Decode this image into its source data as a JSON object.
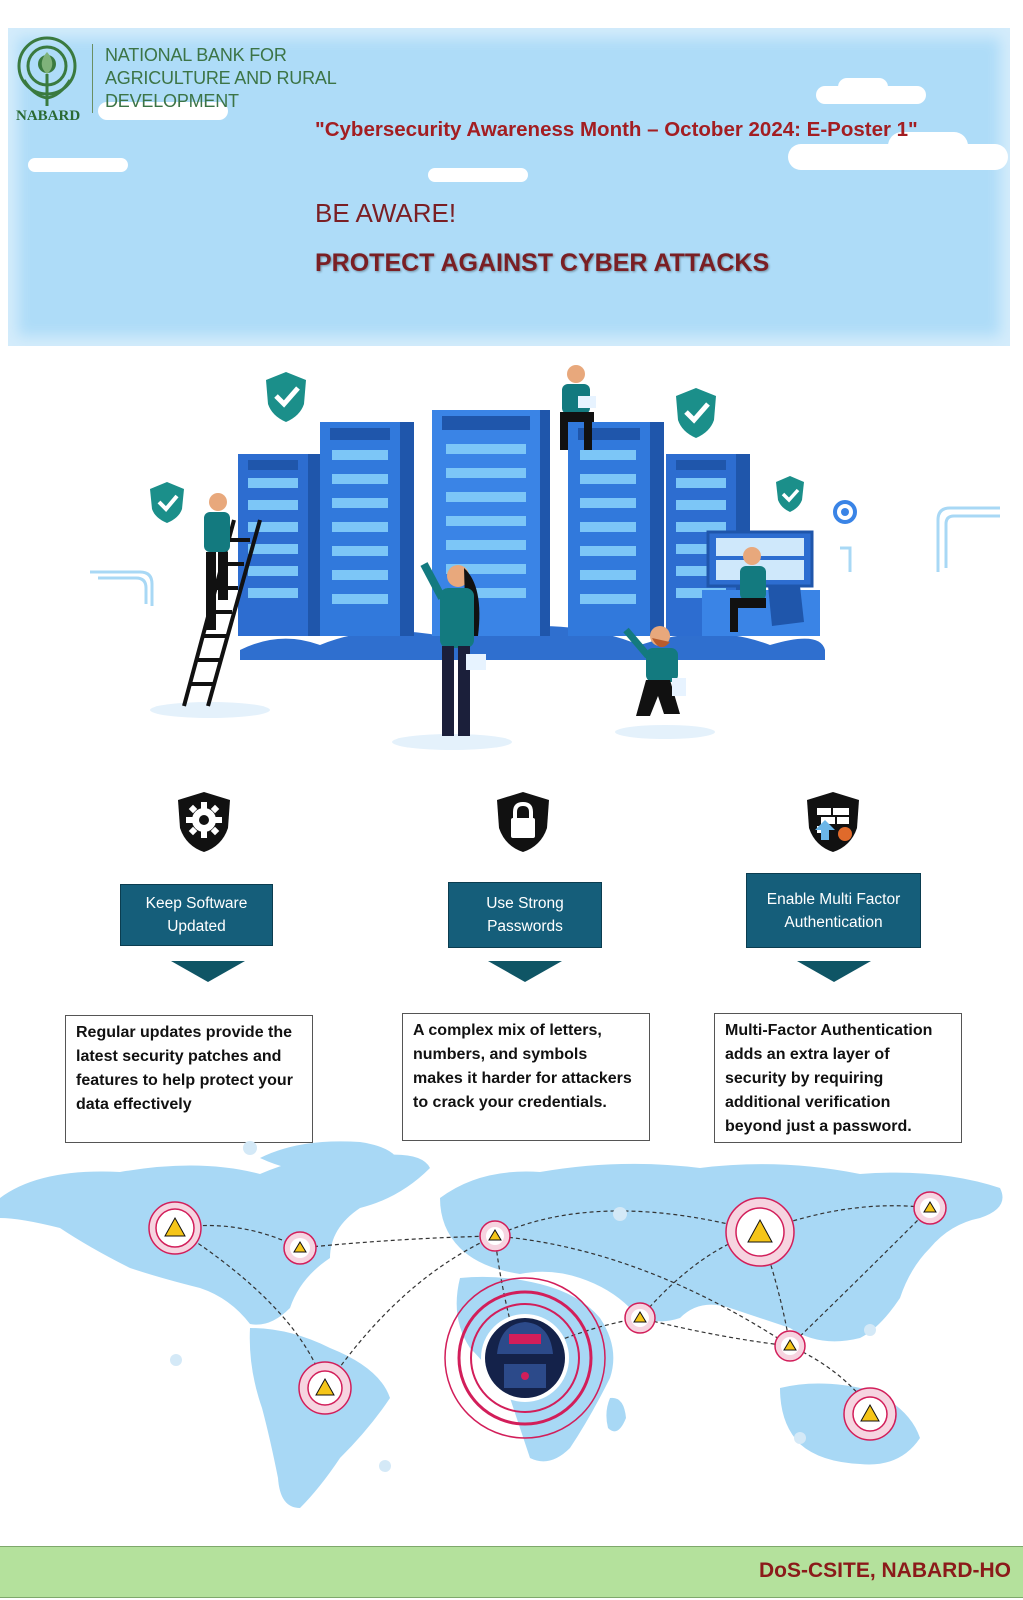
{
  "header": {
    "org_name_lines": [
      "NATIONAL BANK FOR",
      "AGRICULTURE AND RURAL",
      "DEVELOPMENT"
    ],
    "logo_word": "NABARD",
    "campaign_title": "\"Cybersecurity Awareness Month – October 2024: E-Poster 1\"",
    "headline": "BE AWARE!",
    "subheadline": "PROTECT AGAINST CYBER ATTACKS"
  },
  "tips": [
    {
      "icon": "gear-shield-icon",
      "label": "Keep Software Updated",
      "description": "Regular updates provide the latest security patches and features to help protect your data effectively"
    },
    {
      "icon": "lock-shield-icon",
      "label": "Use Strong Passwords",
      "description": "A complex mix of letters, numbers, and symbols makes it harder for attackers to crack your credentials."
    },
    {
      "icon": "firewall-shield-icon",
      "label": "Enable Multi Factor Authentication",
      "description": "Multi-Factor Authentication adds an extra layer of security by requiring additional verification beyond just a password."
    }
  ],
  "footer": {
    "credit": "DoS-CSITE, NABARD-HO"
  },
  "colors": {
    "header_bg": "#aedcf8",
    "title_red": "#a31e22",
    "headline_maroon": "#7a1f24",
    "tip_label_bg": "#155e7a",
    "footer_bg": "#b4e19c",
    "server_blue": "#2f6fcf",
    "map_blue": "#a8d8f5",
    "alert_pink": "#d21e5a"
  }
}
